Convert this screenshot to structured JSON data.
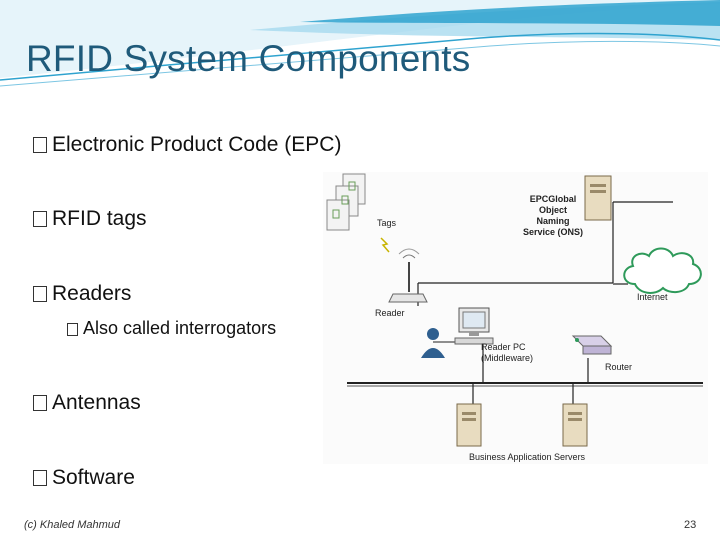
{
  "slide": {
    "title": "RFID System Components",
    "bullets": [
      {
        "text": "Electronic Product Code (EPC)"
      },
      {
        "text": "RFID tags"
      },
      {
        "text": "Readers"
      },
      {
        "text": "Antennas"
      },
      {
        "text": "Software"
      }
    ],
    "sub_bullet": "Also called interrogators",
    "footer_left": "(c) Khaled Mahmud",
    "page_number": "23"
  },
  "diagram": {
    "labels": {
      "tags": "Tags",
      "ons_line1": "EPCGlobal",
      "ons_line2": "Object",
      "ons_line3": "Naming",
      "ons_line4": "Service (ONS)",
      "internet": "Internet",
      "reader": "Reader",
      "reader_pc_line1": "Reader PC",
      "reader_pc_line2": "(Middleware)",
      "router": "Router",
      "business_servers": "Business Application Servers"
    }
  },
  "colors": {
    "title": "#1f5a7a",
    "header_wave": "#2fa3cf",
    "cloud": "#2e9a5a"
  }
}
